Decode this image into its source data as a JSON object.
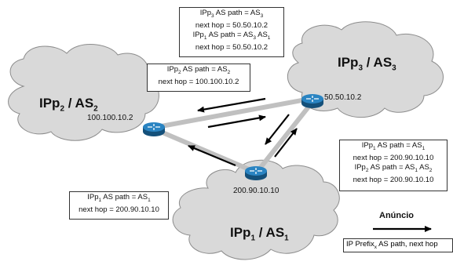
{
  "clouds": {
    "as2": {
      "name_pre": "IPp",
      "name_sub": "2",
      "name_mid": " / AS",
      "as_sub": "2"
    },
    "as3": {
      "name_pre": "IPp",
      "name_sub": "3",
      "name_mid": " / AS",
      "as_sub": "3"
    },
    "as1": {
      "name_pre": "IPp",
      "name_sub": "1",
      "name_mid": " / AS",
      "as_sub": "1"
    }
  },
  "routers": {
    "as2_ip": "100.100.10.2",
    "as3_ip": "50.50.10.2",
    "as1_ip": "200.90.10.10"
  },
  "boxes": {
    "top": {
      "l1_pre": "IPp",
      "l1_sub": "3",
      "l1_mid": " AS path = AS",
      "l1_sub2": "3",
      "l2": "next hop = 50.50.10.2",
      "l3_pre": "IPp",
      "l3_sub": "1",
      "l3_mid": " AS path = AS",
      "l3_sub2": "3",
      "l3_mid2": " AS",
      "l3_sub3": "1",
      "l4": "next hop = 50.50.10.2"
    },
    "left_upper": {
      "l1_pre": "IPp",
      "l1_sub": "2",
      "l1_mid": " AS path = AS",
      "l1_sub2": "2",
      "l2": "next hop = 100.100.10.2"
    },
    "right": {
      "l1_pre": "IPp",
      "l1_sub": "1",
      "l1_mid": " AS path = AS",
      "l1_sub2": "1",
      "l2": "next hop = 200.90.10.10",
      "l3_pre": "IPp",
      "l3_sub": "2",
      "l3_mid": " AS path = AS",
      "l3_sub2": "1",
      "l3_mid2": " AS",
      "l3_sub3": "2",
      "l4": "next hop = 200.90.10.10"
    },
    "left_lower": {
      "l1_pre": "IPp",
      "l1_sub": "1",
      "l1_mid": " AS path = AS",
      "l1_sub2": "1",
      "l2": "next hop = 200.90.10.10"
    }
  },
  "legend": {
    "title": "Anúncio",
    "text_pre": "IP Prefix",
    "text_sub": "x",
    "text_post": " AS path, next hop"
  },
  "colors": {
    "cloud_fill": "#d9d9d9",
    "cloud_stroke": "#8c8c8c",
    "link": "#c0c0c0",
    "router": "#1e6fa8",
    "arrow": "#000000"
  }
}
